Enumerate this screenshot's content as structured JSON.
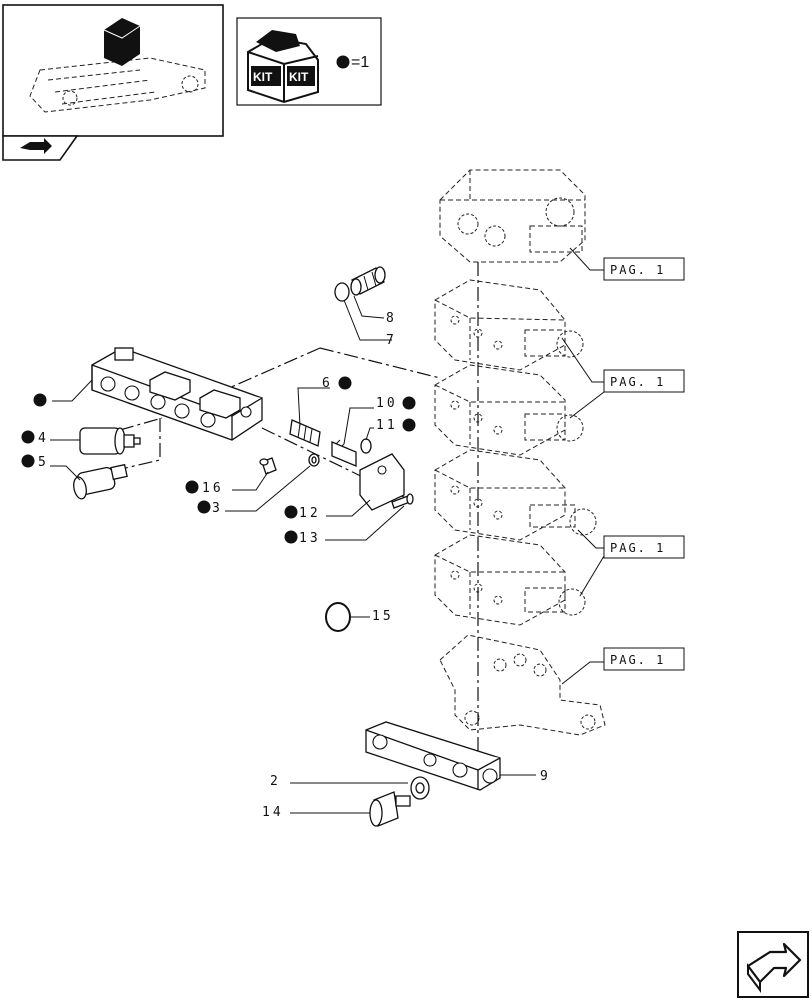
{
  "kit": {
    "legend_text": "=1",
    "kit_word": "KIT"
  },
  "callouts": {
    "c7": "7",
    "c8": "8",
    "c6": "6",
    "c10": "10",
    "c11": "11",
    "c4": "4",
    "c5": "5",
    "c16": "16",
    "c3": "3",
    "c12": "12",
    "c13": "13",
    "c15": "15",
    "c2": "2",
    "c14": "14",
    "c9": "9"
  },
  "page_refs": [
    "PAG. 1",
    "PAG. 1",
    "PAG. 1",
    "PAG. 1"
  ],
  "icons": {
    "thumbnail": "tractor-lift-cover-icon",
    "prev": "previous-page-arrow-icon",
    "next": "next-page-arrow-icon",
    "kit": "kit-box-icon"
  }
}
